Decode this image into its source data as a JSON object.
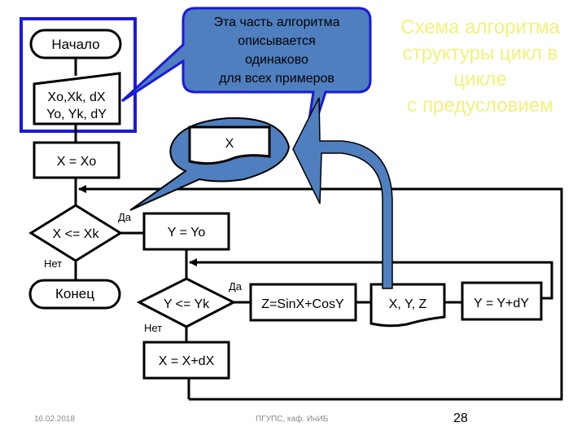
{
  "slide": {
    "title_lines": [
      "Схема алгоритма",
      "структуры цикл в",
      "цикле",
      "с предусловием"
    ],
    "title_color": "#f2f27a",
    "callout": {
      "lines": [
        "Эта часть алгоритма",
        "описывается",
        "одинаково",
        "для всех примеров"
      ],
      "fill": "#4f7fbf",
      "border": "#1a1adb"
    },
    "frame_color": "#1a1adb",
    "accent_fill": "#4f7fbf"
  },
  "flowchart": {
    "start": "Начало",
    "input_line1": "Xo,Xk, dX",
    "input_line2": "Yo, Yk, dY",
    "output_x": "X",
    "init_x": "X = Xo",
    "cond_x": "X <= Xk",
    "cond_x_yes": "Да",
    "cond_x_no": "Нет",
    "end": "Конец",
    "init_y": "Y = Yo",
    "cond_y": "Y <= Yk",
    "cond_y_yes": "Да",
    "cond_y_no": "Нет",
    "compute_z": "Z=SinX+CosY",
    "output_xyz": "X, Y, Z",
    "inc_y": "Y = Y+dY",
    "inc_x": "X = X+dX"
  },
  "footer": {
    "date": "16.02.2018",
    "org": "ПГУПС, каф. ИнИБ",
    "page_number": "28"
  }
}
